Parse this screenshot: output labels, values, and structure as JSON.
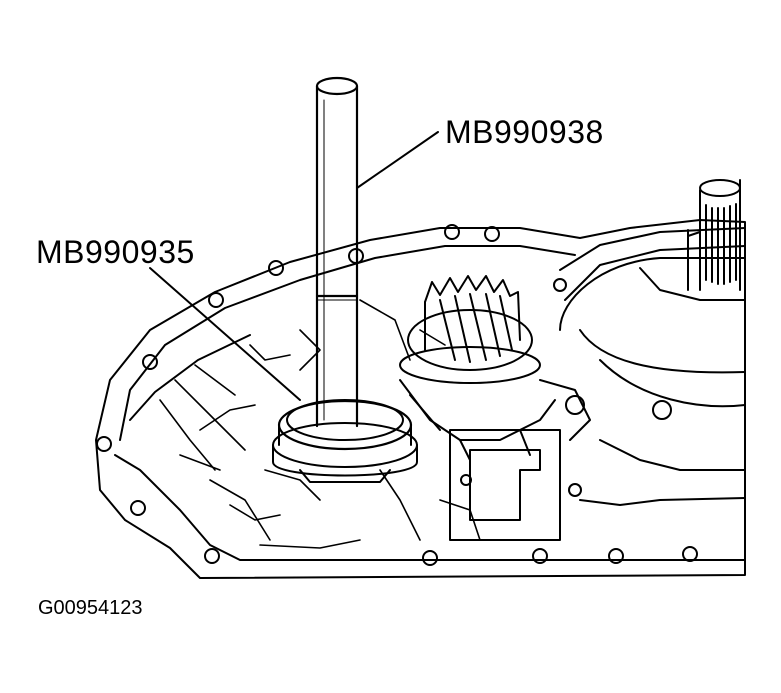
{
  "callouts": {
    "tool_upper": "MB990938",
    "tool_lower": "MB990935"
  },
  "figure_id": "G00954123",
  "colors": {
    "ink": "#000000",
    "paper": "#ffffff"
  }
}
